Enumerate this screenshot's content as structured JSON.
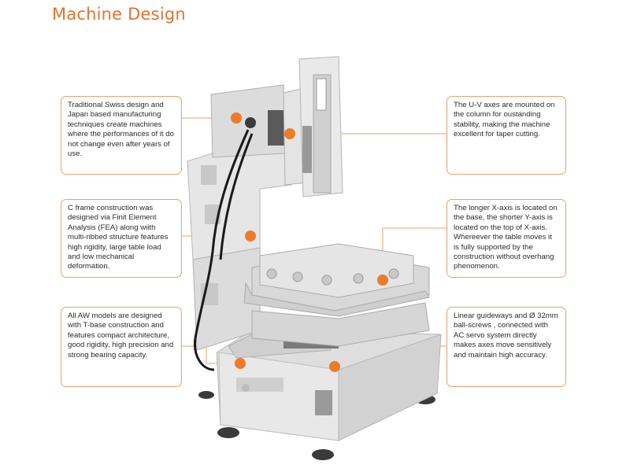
{
  "title": "Machine Design",
  "colors": {
    "accent": "#e0742c",
    "callout_border": "#e7a070",
    "machine_body": "#e4e4e4",
    "cable": "#1a1a1a"
  },
  "callouts": [
    {
      "id": "swiss-design",
      "text": "Traditional Swiss design and Japan based  manufacturing techniques create machines where the performances of it do not change even after years of use."
    },
    {
      "id": "c-frame",
      "text": "C frame construction was designed via Finit Element Analysis (FEA) along wiith multi-ribbed structure features high rigidity, large table load and low mechanical deformation."
    },
    {
      "id": "t-base",
      "text": "All AW models are designed with T-base construction and features compact architecture, good rigidity, high precision and strong bearing capacity."
    },
    {
      "id": "uv-axes",
      "text": "The U-V axes are mounted on the column for oustanding stability, making the machine excellent for taper cutting."
    },
    {
      "id": "xy-axes",
      "text": "The longer X-axis is located on the base, the shorter Y-axis is located on the top of X-axis. Whereever the table moves it is fully supported by the construction without overhang phenomenon."
    },
    {
      "id": "guideways",
      "text": "Linear guideways and Ø 32mm ball-screws , connected with AC servo system directly makes axes move sensitively and maintain high accuracy."
    }
  ]
}
